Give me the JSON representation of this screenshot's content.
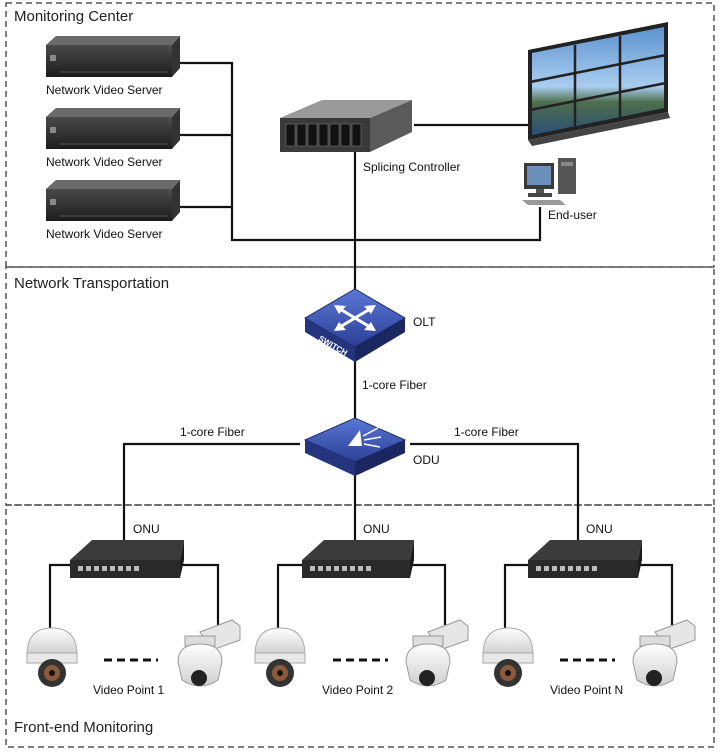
{
  "sections": {
    "monitoring_center": "Monitoring Center",
    "network_transportation": "Network Transportation",
    "front_end_monitoring": "Front-end Monitoring"
  },
  "servers": [
    {
      "label": "Network Video Server"
    },
    {
      "label": "Network Video Server"
    },
    {
      "label": "Network Video Server"
    }
  ],
  "splicing_controller": {
    "label": "Splicing Controller"
  },
  "end_user": {
    "label": "End-user"
  },
  "olt": {
    "label": "OLT",
    "switch_text": "SWITCH"
  },
  "odu": {
    "label": "ODU"
  },
  "fiber": {
    "vertical": "1-core Fiber",
    "left": "1-core Fiber",
    "right": "1-core Fiber"
  },
  "onus": [
    {
      "label": "ONU",
      "video_point": "Video Point 1"
    },
    {
      "label": "ONU",
      "video_point": "Video Point 2"
    },
    {
      "label": "ONU",
      "video_point": "Video Point N"
    }
  ],
  "colors": {
    "line": "#111111",
    "section_border": "#555555",
    "device_dark": "#2b2b2b",
    "switch_blue": "#3a55b4",
    "video_wall_sky": "#7fb2e0"
  }
}
